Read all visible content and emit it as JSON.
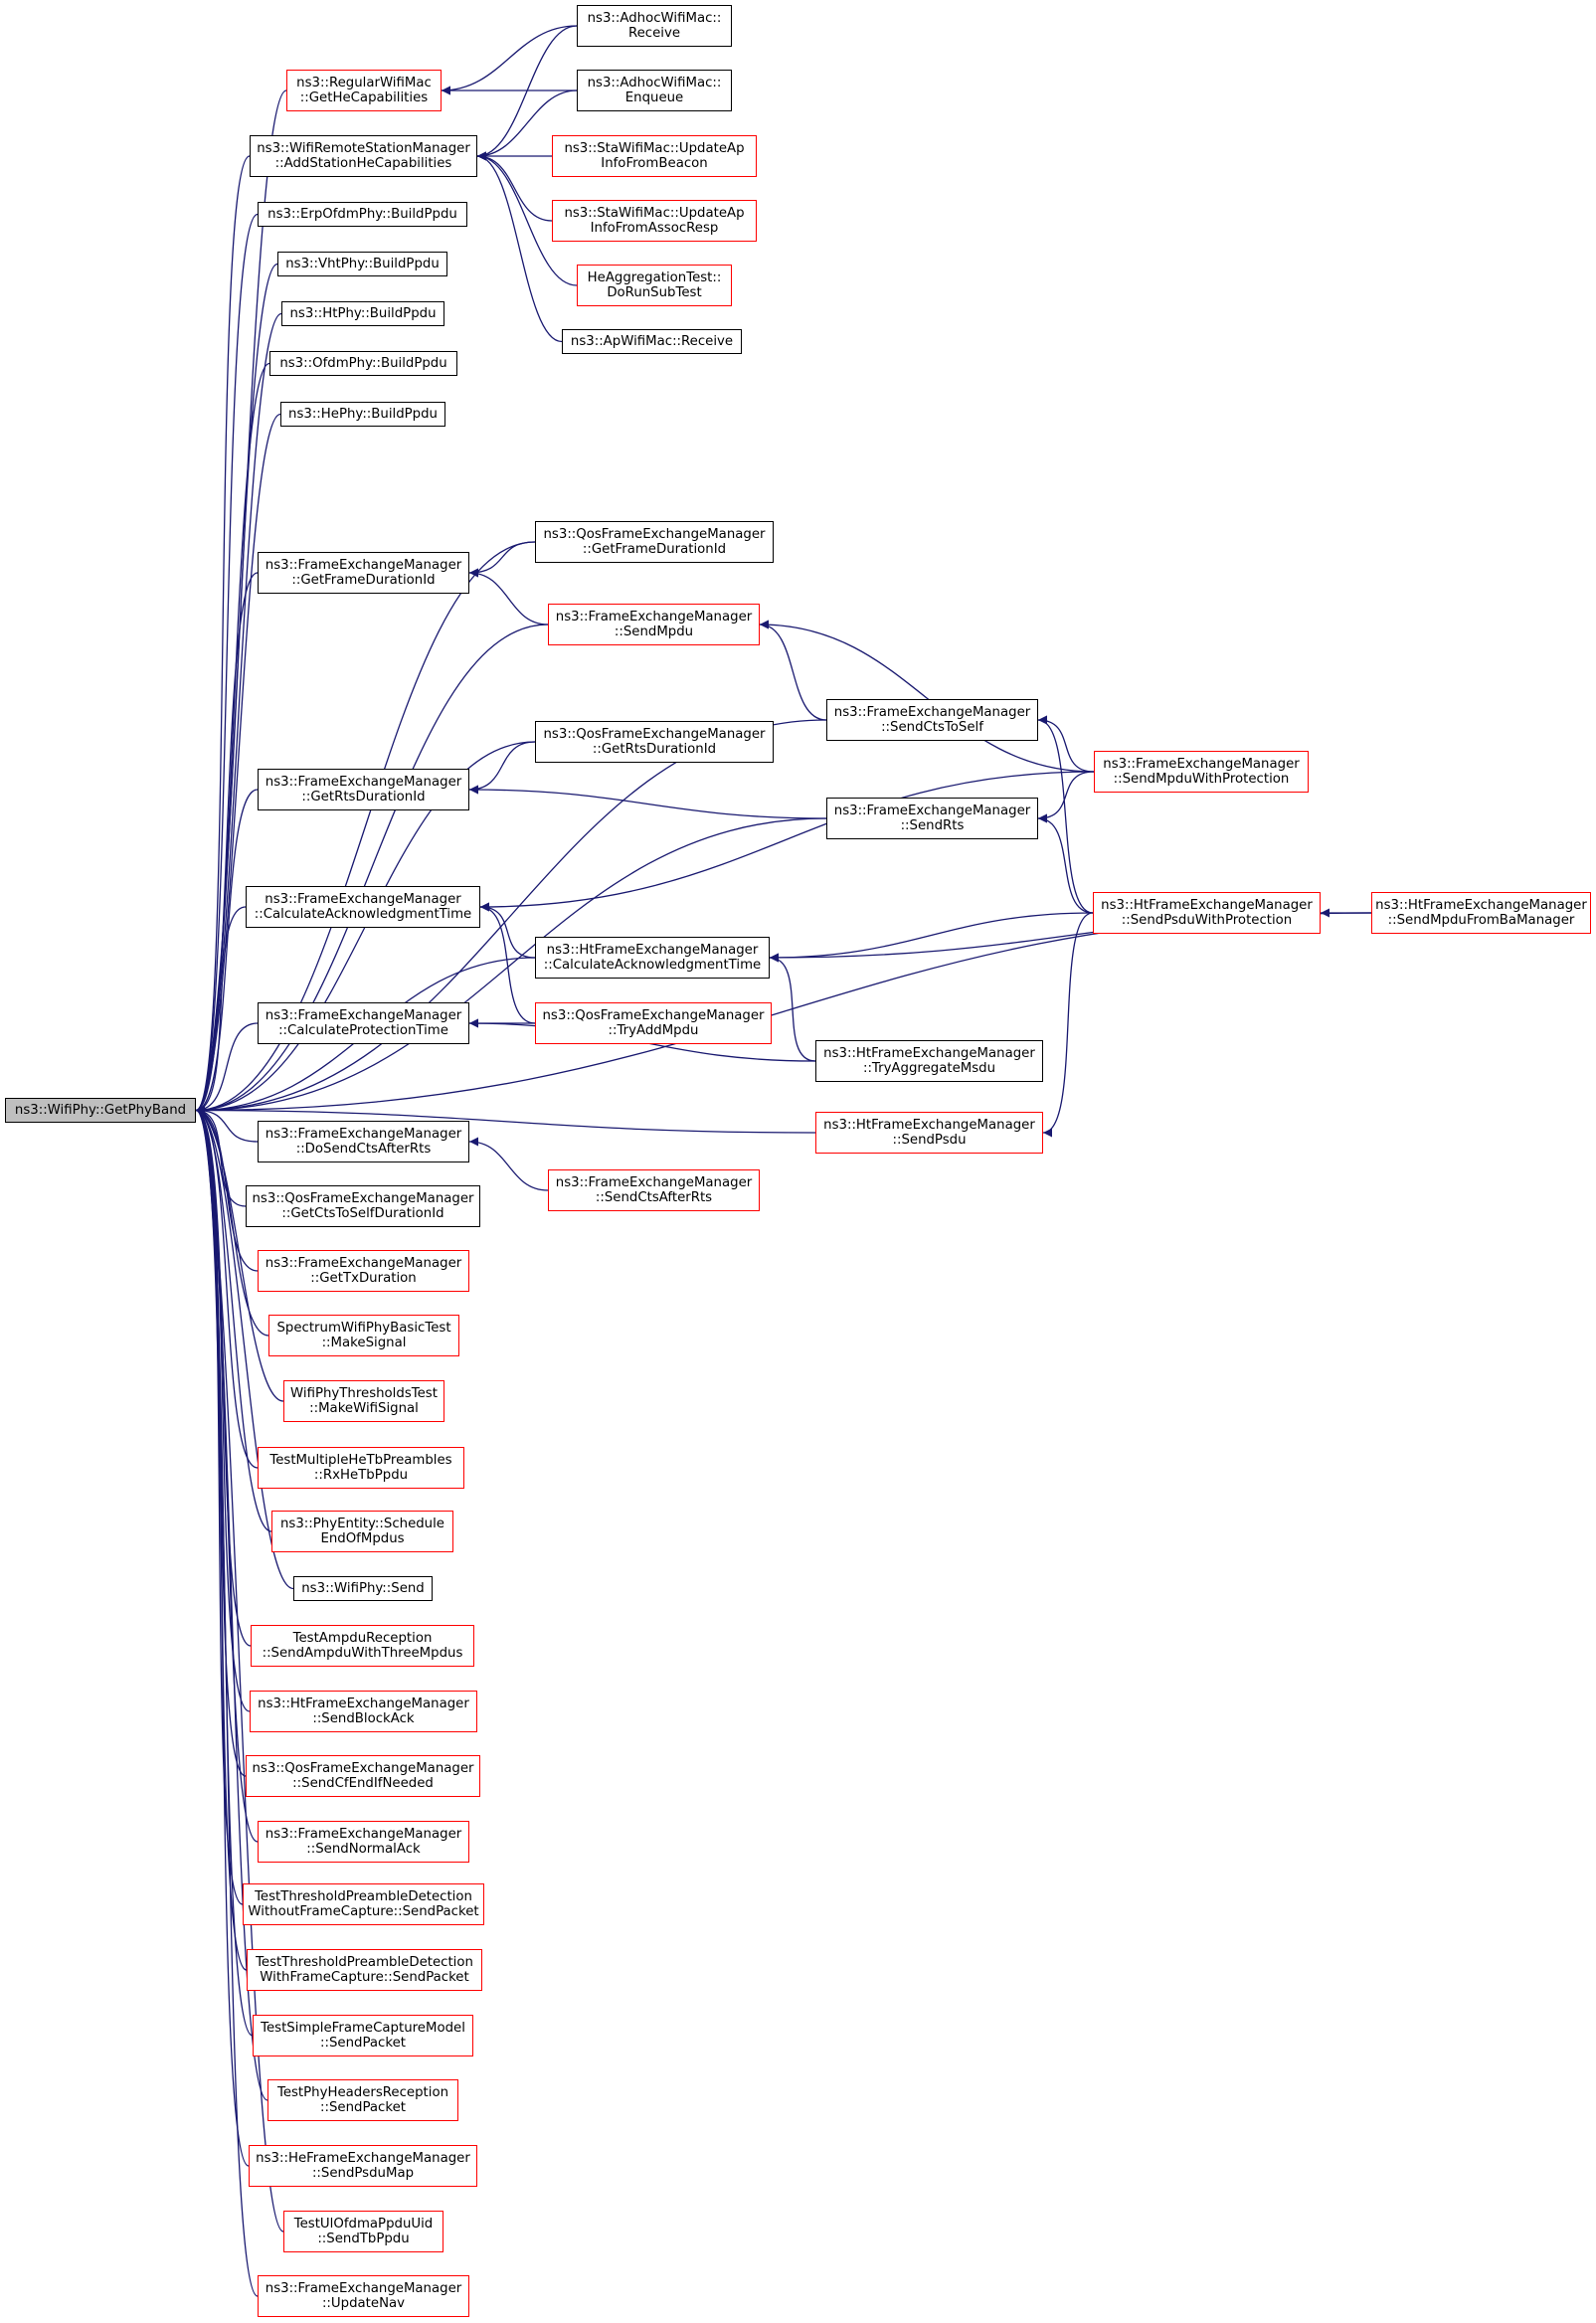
{
  "colors": {
    "edge": "#191970",
    "border_documented": "#000000",
    "border_undocumented": "#ff0000",
    "root_fill": "#bfbfbf"
  },
  "nodes": [
    {
      "id": "root",
      "lines": [
        "ns3::WifiPhy::GetPhyBand"
      ],
      "kind": "root"
    },
    {
      "id": "reg_he",
      "lines": [
        "ns3::RegularWifiMac",
        "::GetHeCapabilities"
      ],
      "kind": "red"
    },
    {
      "id": "rsm_add",
      "lines": [
        "ns3::WifiRemoteStationManager",
        "::AddStationHeCapabilities"
      ],
      "kind": "black"
    },
    {
      "id": "erp_build",
      "lines": [
        "ns3::ErpOfdmPhy::BuildPpdu"
      ],
      "kind": "black"
    },
    {
      "id": "vht_build",
      "lines": [
        "ns3::VhtPhy::BuildPpdu"
      ],
      "kind": "black"
    },
    {
      "id": "ht_build",
      "lines": [
        "ns3::HtPhy::BuildPpdu"
      ],
      "kind": "black"
    },
    {
      "id": "ofdm_build",
      "lines": [
        "ns3::OfdmPhy::BuildPpdu"
      ],
      "kind": "black"
    },
    {
      "id": "he_build",
      "lines": [
        "ns3::HePhy::BuildPpdu"
      ],
      "kind": "black"
    },
    {
      "id": "fem_gfd",
      "lines": [
        "ns3::FrameExchangeManager",
        "::GetFrameDurationId"
      ],
      "kind": "black"
    },
    {
      "id": "fem_grd",
      "lines": [
        "ns3::FrameExchangeManager",
        "::GetRtsDurationId"
      ],
      "kind": "black"
    },
    {
      "id": "fem_cat",
      "lines": [
        "ns3::FrameExchangeManager",
        "::CalculateAcknowledgmentTime"
      ],
      "kind": "black"
    },
    {
      "id": "fem_cpt",
      "lines": [
        "ns3::FrameExchangeManager",
        "::CalculateProtectionTime"
      ],
      "kind": "black"
    },
    {
      "id": "fem_dscar",
      "lines": [
        "ns3::FrameExchangeManager",
        "::DoSendCtsAfterRts"
      ],
      "kind": "black"
    },
    {
      "id": "qfem_gcts",
      "lines": [
        "ns3::QosFrameExchangeManager",
        "::GetCtsToSelfDurationId"
      ],
      "kind": "black"
    },
    {
      "id": "fem_gtx",
      "lines": [
        "ns3::FrameExchangeManager",
        "::GetTxDuration"
      ],
      "kind": "red"
    },
    {
      "id": "swpbt",
      "lines": [
        "SpectrumWifiPhyBasicTest",
        "::MakeSignal"
      ],
      "kind": "red"
    },
    {
      "id": "wptt",
      "lines": [
        "WifiPhyThresholdsTest",
        "::MakeWifiSignal"
      ],
      "kind": "red"
    },
    {
      "id": "tmhtp",
      "lines": [
        "TestMultipleHeTbPreambles",
        "::RxHeTbPpdu"
      ],
      "kind": "red"
    },
    {
      "id": "pe_sch",
      "lines": [
        "ns3::PhyEntity::Schedule",
        "EndOfMpdus"
      ],
      "kind": "red"
    },
    {
      "id": "wp_send",
      "lines": [
        "ns3::WifiPhy::Send"
      ],
      "kind": "black"
    },
    {
      "id": "tar",
      "lines": [
        "TestAmpduReception",
        "::SendAmpduWithThreeMpdus"
      ],
      "kind": "red"
    },
    {
      "id": "htfem_sba",
      "lines": [
        "ns3::HtFrameExchangeManager",
        "::SendBlockAck"
      ],
      "kind": "red"
    },
    {
      "id": "qfem_scf",
      "lines": [
        "ns3::QosFrameExchangeManager",
        "::SendCfEndIfNeeded"
      ],
      "kind": "red"
    },
    {
      "id": "fem_sna",
      "lines": [
        "ns3::FrameExchangeManager",
        "::SendNormalAck"
      ],
      "kind": "red"
    },
    {
      "id": "ttpd_wo",
      "lines": [
        "TestThresholdPreambleDetection",
        "WithoutFrameCapture::SendPacket"
      ],
      "kind": "red"
    },
    {
      "id": "ttpd_w",
      "lines": [
        "TestThresholdPreambleDetection",
        "WithFrameCapture::SendPacket"
      ],
      "kind": "red"
    },
    {
      "id": "tsfcm",
      "lines": [
        "TestSimpleFrameCaptureModel",
        "::SendPacket"
      ],
      "kind": "red"
    },
    {
      "id": "tphr",
      "lines": [
        "TestPhyHeadersReception",
        "::SendPacket"
      ],
      "kind": "red"
    },
    {
      "id": "hefem_spm",
      "lines": [
        "ns3::HeFrameExchangeManager",
        "::SendPsduMap"
      ],
      "kind": "red"
    },
    {
      "id": "tuopu",
      "lines": [
        "TestUlOfdmaPpduUid",
        "::SendTbPpdu"
      ],
      "kind": "red"
    },
    {
      "id": "fem_un",
      "lines": [
        "ns3::FrameExchangeManager",
        "::UpdateNav"
      ],
      "kind": "red"
    },
    {
      "id": "adhoc_recv",
      "lines": [
        "ns3::AdhocWifiMac::",
        "Receive"
      ],
      "kind": "black"
    },
    {
      "id": "adhoc_enq",
      "lines": [
        "ns3::AdhocWifiMac::",
        "Enqueue"
      ],
      "kind": "black"
    },
    {
      "id": "sta_beacon",
      "lines": [
        "ns3::StaWifiMac::UpdateAp",
        "InfoFromBeacon"
      ],
      "kind": "red"
    },
    {
      "id": "sta_assoc",
      "lines": [
        "ns3::StaWifiMac::UpdateAp",
        "InfoFromAssocResp"
      ],
      "kind": "red"
    },
    {
      "id": "heagg",
      "lines": [
        "HeAggregationTest::",
        "DoRunSubTest"
      ],
      "kind": "red"
    },
    {
      "id": "ap_recv",
      "lines": [
        "ns3::ApWifiMac::Receive"
      ],
      "kind": "black"
    },
    {
      "id": "qfem_gfd",
      "lines": [
        "ns3::QosFrameExchangeManager",
        "::GetFrameDurationId"
      ],
      "kind": "black"
    },
    {
      "id": "fem_smpdu",
      "lines": [
        "ns3::FrameExchangeManager",
        "::SendMpdu"
      ],
      "kind": "red"
    },
    {
      "id": "qfem_grd",
      "lines": [
        "ns3::QosFrameExchangeManager",
        "::GetRtsDurationId"
      ],
      "kind": "black"
    },
    {
      "id": "htfem_cat",
      "lines": [
        "ns3::HtFrameExchangeManager",
        "::CalculateAcknowledgmentTime"
      ],
      "kind": "black"
    },
    {
      "id": "qfem_tam",
      "lines": [
        "ns3::QosFrameExchangeManager",
        "::TryAddMpdu"
      ],
      "kind": "red"
    },
    {
      "id": "htfem_spsdu",
      "lines": [
        "ns3::HtFrameExchangeManager",
        "::SendPsdu"
      ],
      "kind": "red"
    },
    {
      "id": "fem_scar",
      "lines": [
        "ns3::FrameExchangeManager",
        "::SendCtsAfterRts"
      ],
      "kind": "red"
    },
    {
      "id": "fem_scts",
      "lines": [
        "ns3::FrameExchangeManager",
        "::SendCtsToSelf"
      ],
      "kind": "black"
    },
    {
      "id": "fem_srts",
      "lines": [
        "ns3::FrameExchangeManager",
        "::SendRts"
      ],
      "kind": "black"
    },
    {
      "id": "htfem_tam",
      "lines": [
        "ns3::HtFrameExchangeManager",
        "::TryAggregateMsdu"
      ],
      "kind": "black"
    },
    {
      "id": "fem_smwp",
      "lines": [
        "ns3::FrameExchangeManager",
        "::SendMpduWithProtection"
      ],
      "kind": "red"
    },
    {
      "id": "htfem_spwp",
      "lines": [
        "ns3::HtFrameExchangeManager",
        "::SendPsduWithProtection"
      ],
      "kind": "red"
    },
    {
      "id": "htfem_smfba",
      "lines": [
        "ns3::HtFrameExchangeManager",
        "::SendMpduFromBaManager"
      ],
      "kind": "red"
    }
  ],
  "edges": [
    [
      "reg_he",
      "root"
    ],
    [
      "rsm_add",
      "root"
    ],
    [
      "erp_build",
      "root"
    ],
    [
      "vht_build",
      "root"
    ],
    [
      "ht_build",
      "root"
    ],
    [
      "ofdm_build",
      "root"
    ],
    [
      "he_build",
      "root"
    ],
    [
      "fem_gfd",
      "root"
    ],
    [
      "fem_grd",
      "root"
    ],
    [
      "fem_cat",
      "root"
    ],
    [
      "fem_cpt",
      "root"
    ],
    [
      "fem_dscar",
      "root"
    ],
    [
      "qfem_gcts",
      "root"
    ],
    [
      "fem_gtx",
      "root"
    ],
    [
      "swpbt",
      "root"
    ],
    [
      "wptt",
      "root"
    ],
    [
      "tmhtp",
      "root"
    ],
    [
      "pe_sch",
      "root"
    ],
    [
      "wp_send",
      "root"
    ],
    [
      "tar",
      "root"
    ],
    [
      "htfem_sba",
      "root"
    ],
    [
      "qfem_scf",
      "root"
    ],
    [
      "fem_sna",
      "root"
    ],
    [
      "ttpd_wo",
      "root"
    ],
    [
      "ttpd_w",
      "root"
    ],
    [
      "tsfcm",
      "root"
    ],
    [
      "tphr",
      "root"
    ],
    [
      "hefem_spm",
      "root"
    ],
    [
      "tuopu",
      "root"
    ],
    [
      "fem_un",
      "root"
    ],
    [
      "htfem_spsdu",
      "root"
    ],
    [
      "htfem_smfba",
      "root"
    ],
    [
      "fem_smpdu",
      "root"
    ],
    [
      "qfem_gfd",
      "root"
    ],
    [
      "fem_scts",
      "root"
    ],
    [
      "qfem_grd",
      "root"
    ],
    [
      "fem_srts",
      "root"
    ],
    [
      "htfem_cat",
      "root"
    ],
    [
      "adhoc_recv",
      "reg_he"
    ],
    [
      "adhoc_enq",
      "reg_he"
    ],
    [
      "adhoc_recv",
      "rsm_add"
    ],
    [
      "adhoc_enq",
      "rsm_add"
    ],
    [
      "sta_beacon",
      "rsm_add"
    ],
    [
      "sta_assoc",
      "rsm_add"
    ],
    [
      "heagg",
      "rsm_add"
    ],
    [
      "ap_recv",
      "rsm_add"
    ],
    [
      "qfem_gfd",
      "fem_gfd"
    ],
    [
      "fem_smpdu",
      "fem_gfd"
    ],
    [
      "fem_scts",
      "fem_smpdu"
    ],
    [
      "fem_smwp",
      "fem_smpdu"
    ],
    [
      "qfem_grd",
      "fem_grd"
    ],
    [
      "fem_srts",
      "fem_grd"
    ],
    [
      "fem_smwp",
      "fem_scts"
    ],
    [
      "htfem_spwp",
      "fem_scts"
    ],
    [
      "fem_smwp",
      "fem_srts"
    ],
    [
      "htfem_spwp",
      "fem_srts"
    ],
    [
      "htfem_cat",
      "fem_cat"
    ],
    [
      "qfem_tam",
      "fem_cat"
    ],
    [
      "fem_smwp",
      "fem_cat"
    ],
    [
      "htfem_spwp",
      "htfem_cat"
    ],
    [
      "htfem_smfba",
      "htfem_cat"
    ],
    [
      "htfem_tam",
      "htfem_cat"
    ],
    [
      "qfem_tam",
      "fem_cpt"
    ],
    [
      "htfem_tam",
      "fem_cpt"
    ],
    [
      "htfem_smfba",
      "htfem_spwp"
    ],
    [
      "htfem_spwp",
      "htfem_spsdu"
    ],
    [
      "fem_scar",
      "fem_dscar"
    ]
  ]
}
